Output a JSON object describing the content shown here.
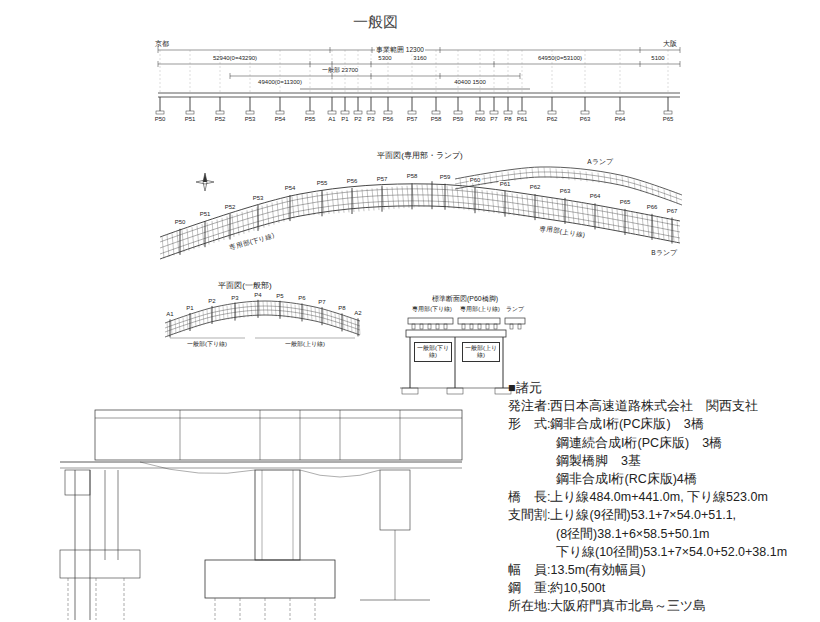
{
  "diagram": {
    "title": "一般図",
    "nodes": [
      {
        "text": [
          "一般部(下り線)"
        ]
      },
      {
        "text": [
          "一般部(上り線)"
        ]
      }
    ],
    "labels": [
      "京都",
      "大阪",
      "事業範囲 12300",
      "52940(0=43290)",
      "5300",
      "3160",
      "64950(0=53100)",
      "5100",
      "一般部 23700",
      "49400(0=11300)",
      "40400 1500",
      "P50",
      "P51",
      "P52",
      "P53",
      "P54",
      "P55",
      "A1",
      "P1",
      "P2",
      "P3",
      "P56",
      "P57",
      "P58",
      "P59",
      "P60",
      "P7",
      "P8",
      "P61",
      "P62",
      "P63",
      "P64",
      "P65",
      "平面図(専用部・ランプ)",
      "P50",
      "P51",
      "P52",
      "P53",
      "P54",
      "P55",
      "P56",
      "P57",
      "P58",
      "P59",
      "P60",
      "P61",
      "P62",
      "P63",
      "P64",
      "P65",
      "P66",
      "P67",
      "Aランプ",
      "Bランプ",
      "専用部(下り線)",
      "専用部(上り線)",
      "平面図(一般部)",
      "A1",
      "P1",
      "P2",
      "P3",
      "P4",
      "P5",
      "P6",
      "P7",
      "P8",
      "A2",
      "一般部(下り線)",
      "一般部(上り線)",
      "標準断面図(P60橋脚)",
      "専用部(下り線)",
      "専用部(上り線)",
      "ランプ",
      "■諸元",
      "発注者:西日本高速道路株式会社　関西支社",
      "形　式:鋼非合成I桁(PC床版)　3橋",
      "鋼連続合成I桁(PC床版)　3橋",
      "鋼製橋脚　3基",
      "鋼非合成I桁(RC床版)4橋",
      "橋　長:上り線484.0m+441.0m, 下り線523.0m",
      "支間割:上り線(9径間)53.1+7×54.0+51.1,",
      "(8径間)38.1+6×58.5+50.1m",
      "下り線(10径間)53.1+7×54.0+52.0+38.1m",
      "幅　員:13.5m(有効幅員)",
      "鋼　重:約10,500t",
      "所在地:大阪府門真市北島～三ツ島"
    ]
  }
}
